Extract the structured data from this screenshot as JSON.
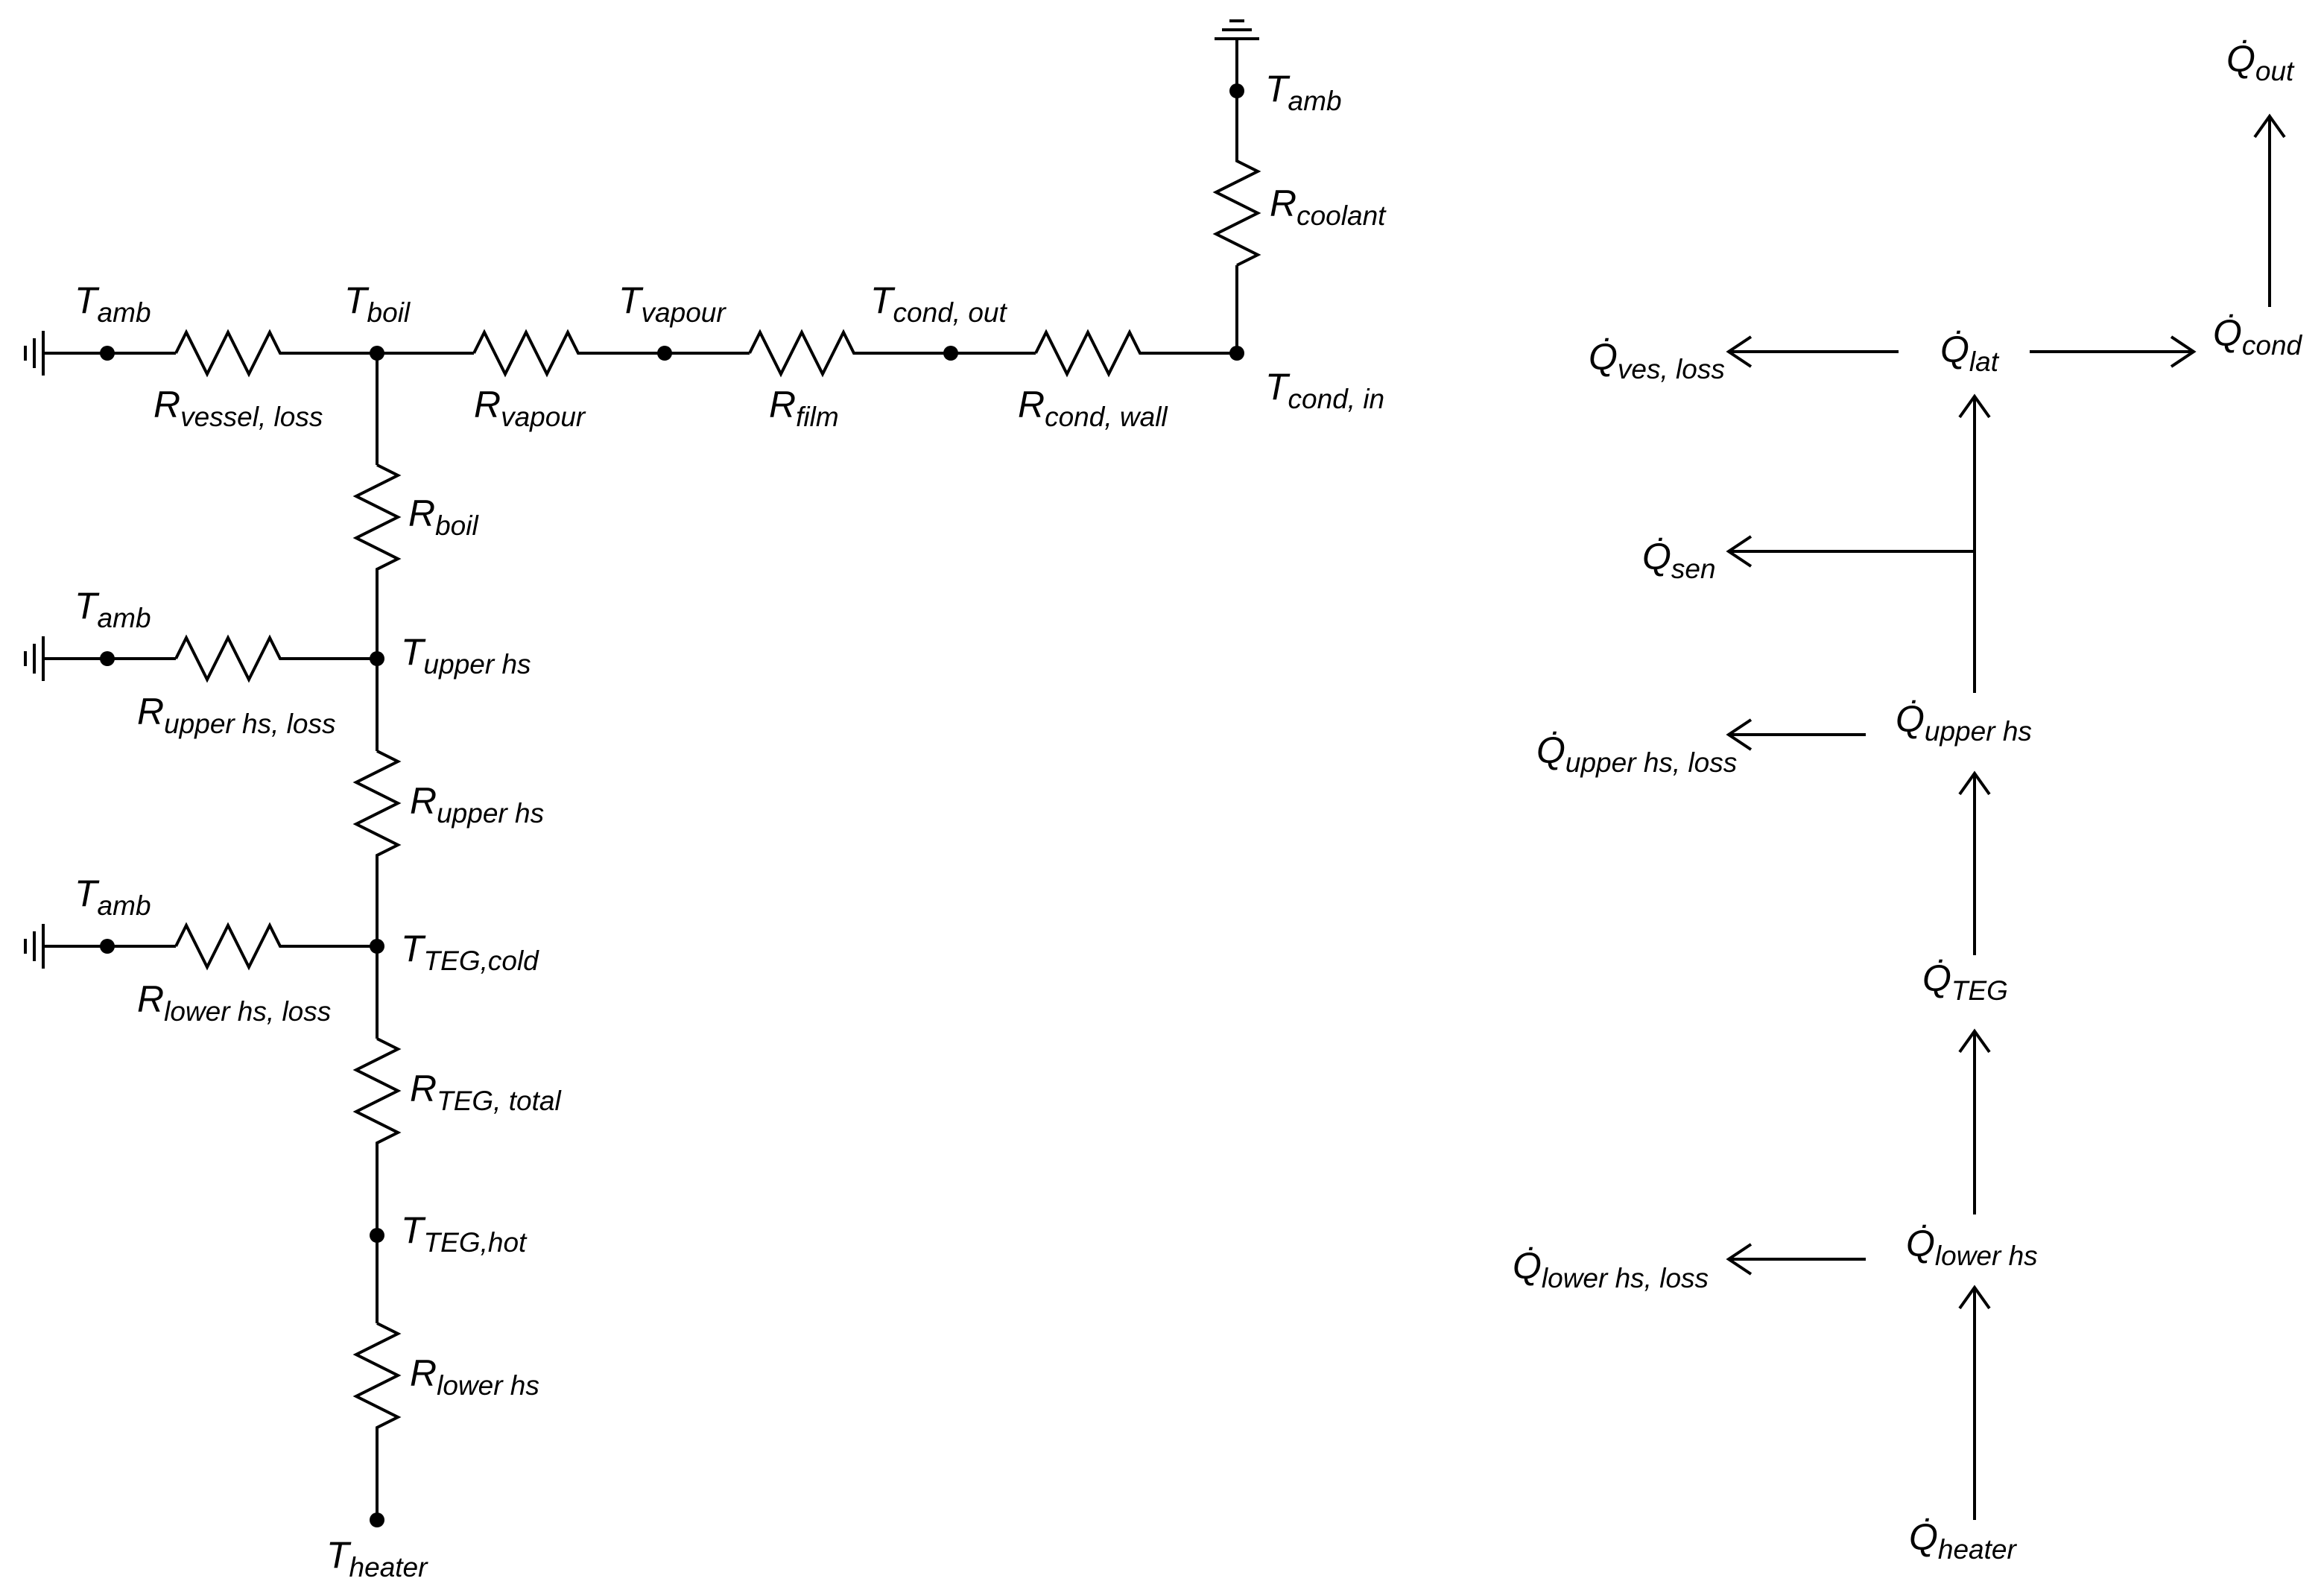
{
  "circuit": {
    "nodes": [
      {
        "id": "amb_left_top",
        "main": "T",
        "sub": "amb"
      },
      {
        "id": "boil",
        "main": "T",
        "sub": "boil"
      },
      {
        "id": "vapour",
        "main": "T",
        "sub": "vapour"
      },
      {
        "id": "cond_out",
        "main": "T",
        "sub": "cond, out"
      },
      {
        "id": "cond_in",
        "main": "T",
        "sub": "cond, in"
      },
      {
        "id": "amb_top",
        "main": "T",
        "sub": "amb"
      },
      {
        "id": "upper_hs",
        "main": "T",
        "sub": "upper hs"
      },
      {
        "id": "amb_left_mid",
        "main": "T",
        "sub": "amb"
      },
      {
        "id": "teg_cold",
        "main": "T",
        "sub": "TEG,cold"
      },
      {
        "id": "amb_left_bot",
        "main": "T",
        "sub": "amb"
      },
      {
        "id": "teg_hot",
        "main": "T",
        "sub": "TEG,hot"
      },
      {
        "id": "heater",
        "main": "T",
        "sub": "heater"
      }
    ],
    "resistors": [
      {
        "id": "vessel_loss",
        "main": "R",
        "sub": "vessel, loss"
      },
      {
        "id": "vapour",
        "main": "R",
        "sub": "vapour"
      },
      {
        "id": "film",
        "main": "R",
        "sub": "film"
      },
      {
        "id": "cond_wall",
        "main": "R",
        "sub": "cond, wall"
      },
      {
        "id": "coolant",
        "main": "R",
        "sub": "coolant"
      },
      {
        "id": "boil",
        "main": "R",
        "sub": "boil"
      },
      {
        "id": "upper_hs_loss",
        "main": "R",
        "sub": "upper hs, loss"
      },
      {
        "id": "upper_hs",
        "main": "R",
        "sub": "upper hs"
      },
      {
        "id": "lower_hs_loss",
        "main": "R",
        "sub": "lower hs, loss"
      },
      {
        "id": "teg_total",
        "main": "R",
        "sub": "TEG, total"
      },
      {
        "id": "lower_hs",
        "main": "R",
        "sub": "lower hs"
      }
    ]
  },
  "flow": {
    "labels": [
      {
        "id": "out",
        "main": "Q̇",
        "sub": "out"
      },
      {
        "id": "cond",
        "main": "Q̇",
        "sub": "cond"
      },
      {
        "id": "lat",
        "main": "Q̇",
        "sub": "lat"
      },
      {
        "id": "ves_loss",
        "main": "Q̇",
        "sub": "ves, loss"
      },
      {
        "id": "sen",
        "main": "Q̇",
        "sub": "sen"
      },
      {
        "id": "upper_hs",
        "main": "Q̇",
        "sub": "upper hs"
      },
      {
        "id": "upper_hs_loss",
        "main": "Q̇",
        "sub": "upper hs, loss"
      },
      {
        "id": "teg",
        "main": "Q̇",
        "sub": "TEG"
      },
      {
        "id": "lower_hs",
        "main": "Q̇",
        "sub": "lower hs"
      },
      {
        "id": "lower_hs_loss",
        "main": "Q̇",
        "sub": "lower hs, loss"
      },
      {
        "id": "heater",
        "main": "Q̇",
        "sub": "heater"
      }
    ]
  }
}
